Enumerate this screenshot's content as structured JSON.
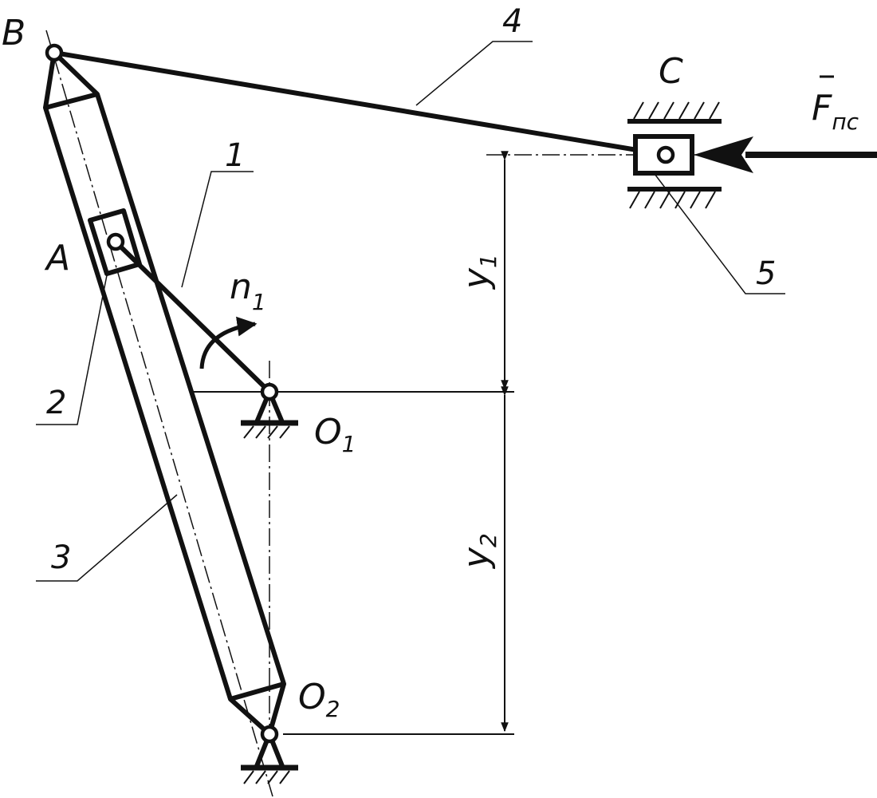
{
  "points": {
    "B": "B",
    "A": "A",
    "C": "C",
    "O1_main": "O",
    "O1_sub": "1",
    "O2_main": "O",
    "O2_sub": "2"
  },
  "links": {
    "l1": "1",
    "l2": "2",
    "l3": "3",
    "l4": "4",
    "l5": "5"
  },
  "rotation": {
    "main": "n",
    "sub": "1"
  },
  "force": {
    "main": "F",
    "sub": "пс"
  },
  "dimensions": {
    "y1_main": "y",
    "y1_sub": "1",
    "y2_main": "y",
    "y2_sub": "2"
  }
}
